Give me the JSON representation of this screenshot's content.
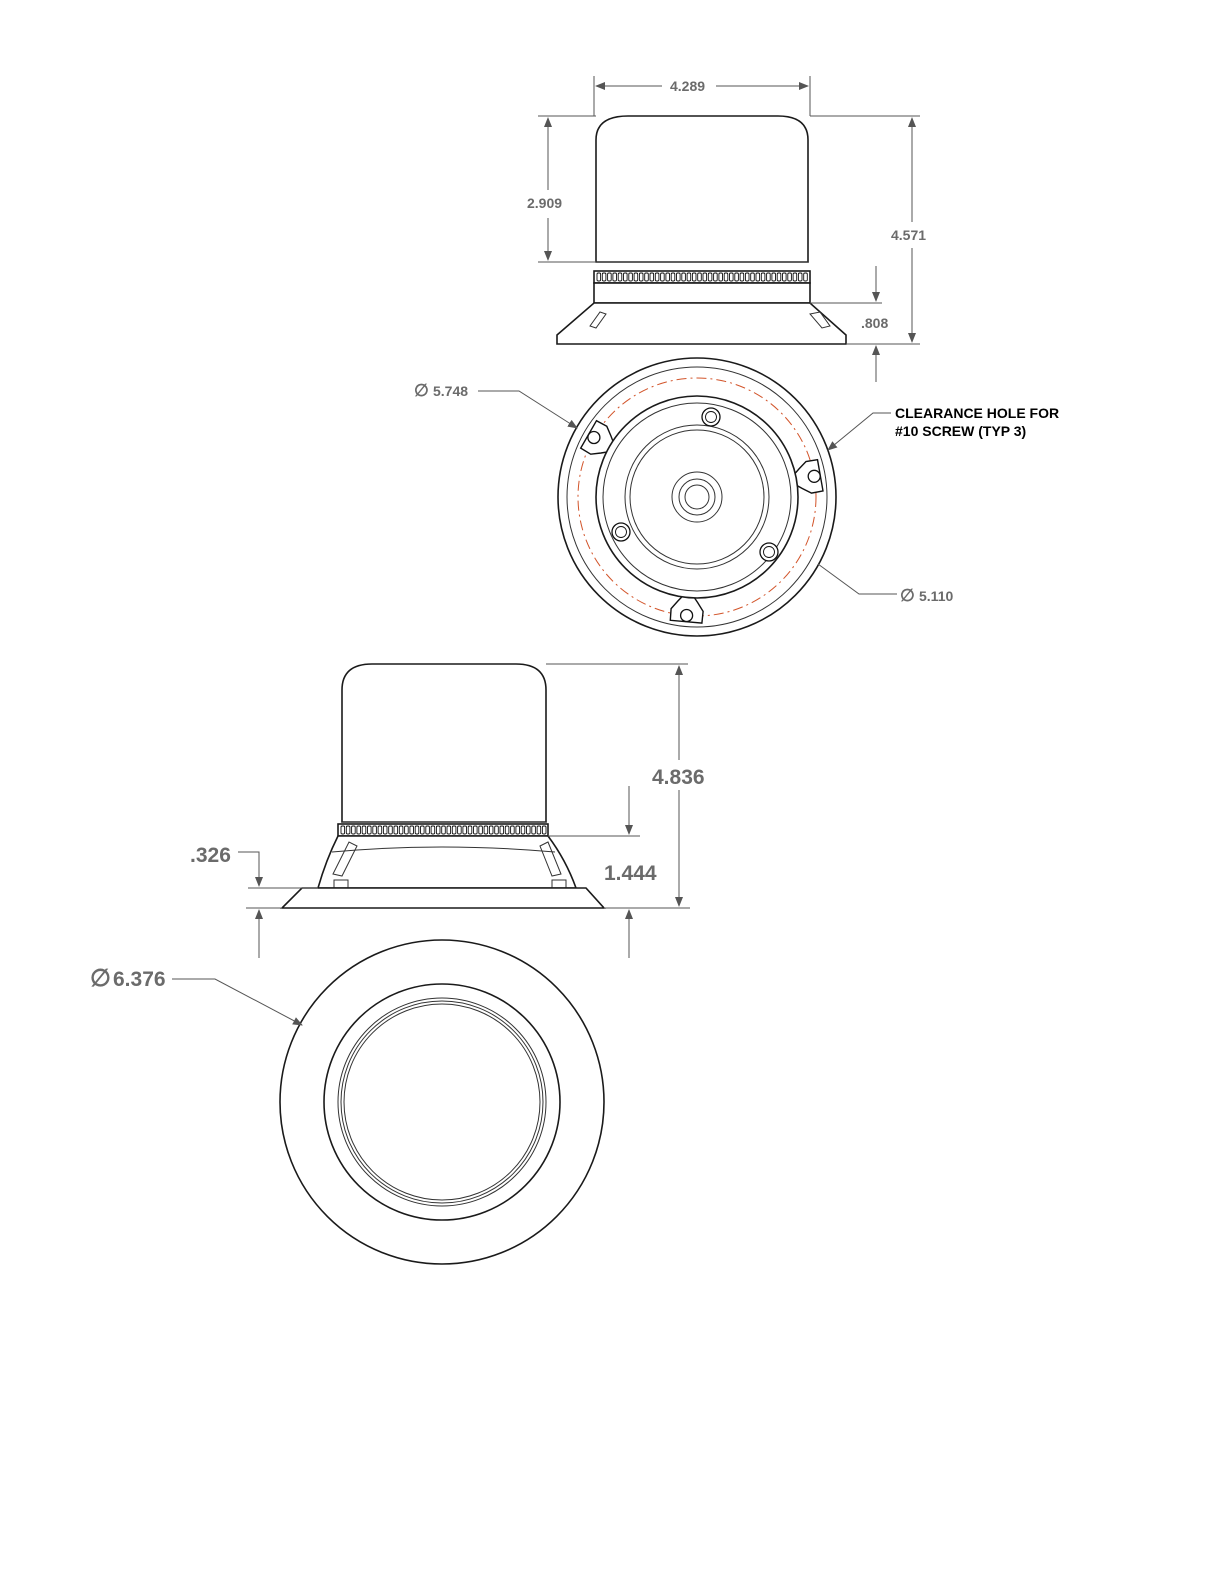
{
  "dimensions": {
    "top_width": "4.289",
    "dome_height": "2.909",
    "overall_height_short": "4.571",
    "base_height_short": ".808",
    "mount_dia_outer": "5.748",
    "bolt_circle_dia": "5.110",
    "overall_height_tall": "4.836",
    "flange_thickness": ".326",
    "base_height_tall": "1.444",
    "flange_dia": "6.376"
  },
  "notes": {
    "clearance_line1": "CLEARANCE HOLE FOR",
    "clearance_line2": "#10 SCREW (TYP 3)"
  },
  "symbols": {
    "diameter": "∅"
  }
}
